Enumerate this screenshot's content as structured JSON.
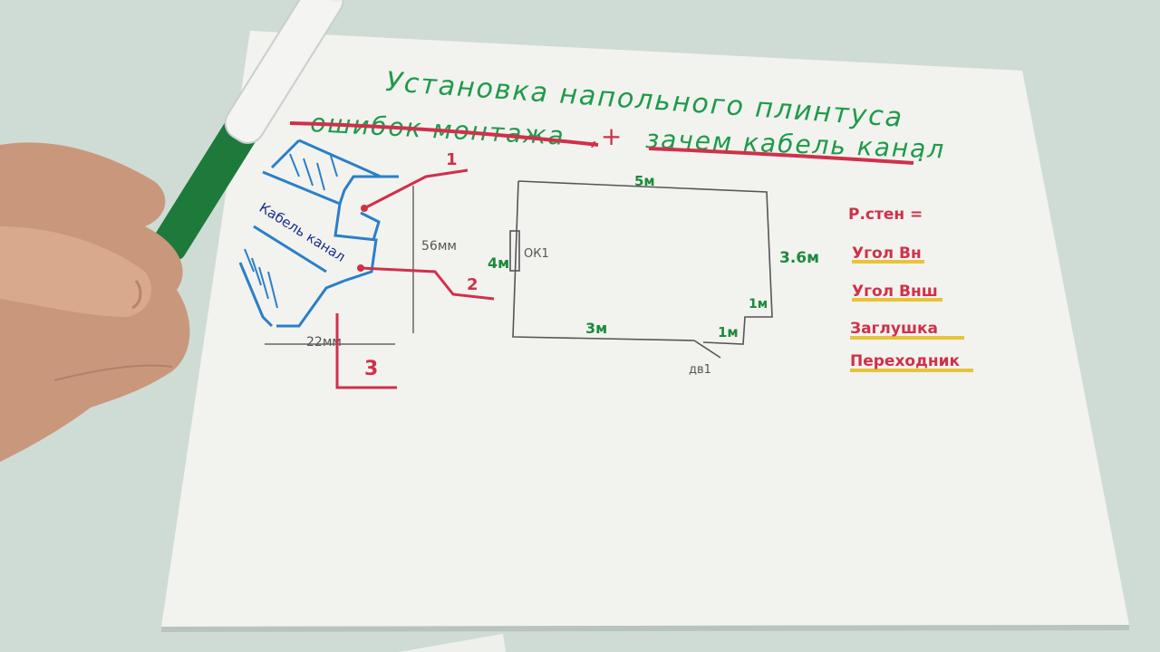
{
  "title": {
    "line1": "Установка напольного плинтуса",
    "line2_part1": "ошибок монтажа",
    "line2_plus": ",+",
    "line2_part2": "зачем кабель канал",
    "line2_end": "."
  },
  "profile_sketch": {
    "channel_label": "Кабель канал",
    "height_label": "56мм",
    "width_label": "22мм",
    "callout_1": "1",
    "callout_2": "2",
    "callout_3": "3"
  },
  "room_plan": {
    "top_length": "5м",
    "left_length": "4м",
    "right_length": "3.6м",
    "bottom_length": "3м",
    "step_vertical": "1м",
    "step_horizontal": "1м",
    "window_label": "ОК1",
    "door_label": "дв1"
  },
  "legend": {
    "heading": "Р.стен =",
    "items": [
      "Угол Вн",
      "Угол Внш",
      "Заглушка",
      "Переходник"
    ]
  },
  "colors": {
    "paper": "#f3f4f0",
    "table": "#cfdcd5",
    "green_ink": "#1f9a4a",
    "red_ink": "#d0304a",
    "blue_ink": "#2a7fc9",
    "yellow_ink": "#e8c23a"
  }
}
